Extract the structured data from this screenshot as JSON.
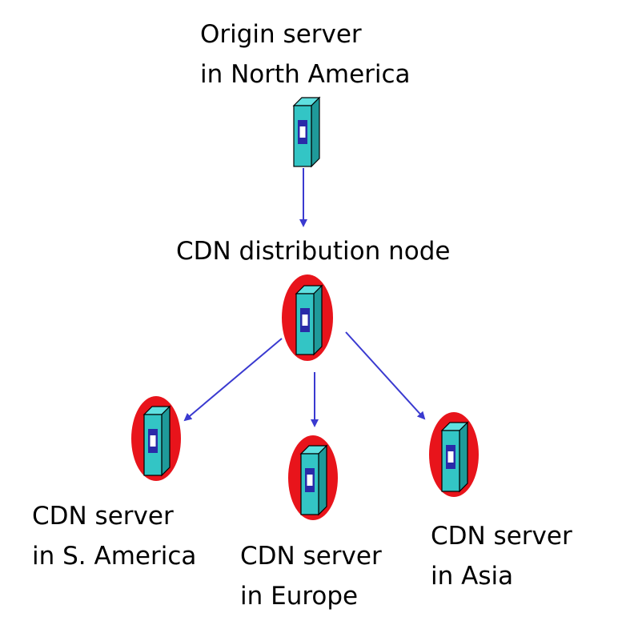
{
  "nodes": {
    "origin": {
      "line1": "Origin server",
      "line2": "in North America"
    },
    "distribution": {
      "line1": "CDN distribution node"
    },
    "south_america": {
      "line1": "CDN server",
      "line2": "in S. America"
    },
    "europe": {
      "line1": "CDN server",
      "line2": "in Europe"
    },
    "asia": {
      "line1": "CDN server",
      "line2": "in Asia"
    }
  },
  "colors": {
    "server_body": "#33c5c5",
    "server_side": "#1f9a9a",
    "server_top": "#5fe0e0",
    "server_window": "#2a2aa8",
    "server_window_center": "#ffffff",
    "halo": "#e8141b",
    "arrow": "#3a3ad0",
    "outline": "#000000"
  }
}
